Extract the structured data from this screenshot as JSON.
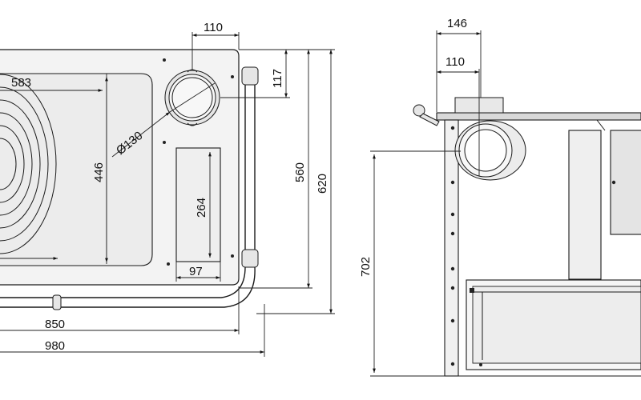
{
  "dimensions": {
    "top_plan": {
      "flue_offset": "110",
      "hob_width": "583",
      "flue_from_top": "117",
      "flue_diameter": "Ø130",
      "hob_depth": "446",
      "oven_width": "97",
      "oven_height": "264",
      "body_depth": "560",
      "total_depth": "620",
      "body_width": "850",
      "total_width": "980"
    },
    "side_view": {
      "flue_outer_offset": "146",
      "flue_inner_offset": "110",
      "height": "702"
    }
  }
}
